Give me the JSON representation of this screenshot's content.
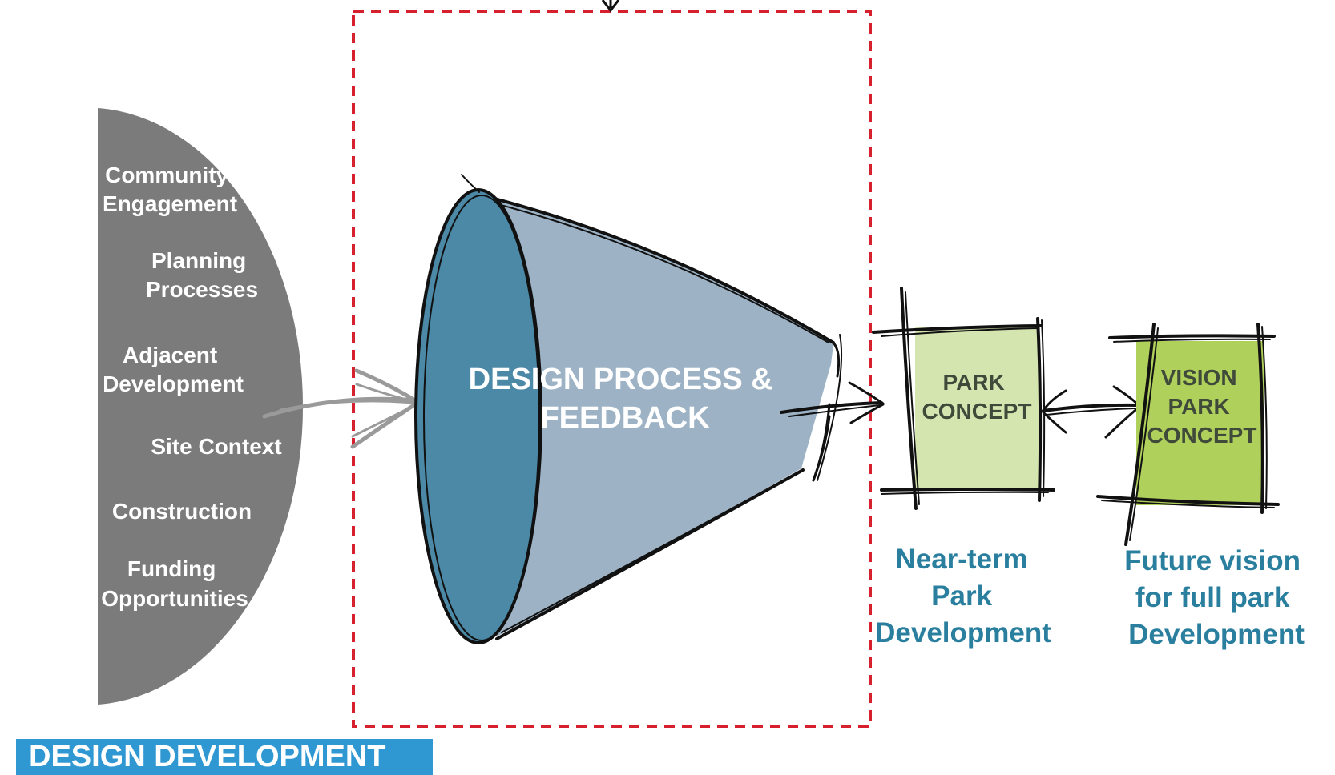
{
  "inputs": {
    "community": [
      "Community",
      "Engagement"
    ],
    "planning": [
      "Planning",
      "Processes"
    ],
    "adjacent": [
      "Adjacent",
      "Development"
    ],
    "site": [
      "Site Context"
    ],
    "construction": [
      "Construction"
    ],
    "funding": [
      "Funding",
      "Opportunities"
    ]
  },
  "funnel": {
    "label": [
      "DESIGN PROCESS &",
      "FEEDBACK"
    ]
  },
  "park_concept": {
    "label": [
      "PARK",
      "CONCEPT"
    ],
    "caption": [
      "Near-term",
      "Park",
      "Development"
    ]
  },
  "vision_concept": {
    "label": [
      "VISION",
      "PARK",
      "CONCEPT"
    ],
    "caption": [
      "Future vision",
      "for full park",
      "Development"
    ]
  },
  "footer": {
    "title": "DESIGN DEVELOPMENT"
  },
  "colors": {
    "inputs_fill": "#7b7b7b",
    "funnel_mouth": "#4b89a6",
    "funnel_body": "#9db3c5",
    "park_concept_fill": "#d4e5b0",
    "vision_concept_fill": "#b0d05c",
    "dashed_frame": "#d6202e",
    "caption_text": "#2a7f9f",
    "footer_fill": "#2f97d2"
  }
}
